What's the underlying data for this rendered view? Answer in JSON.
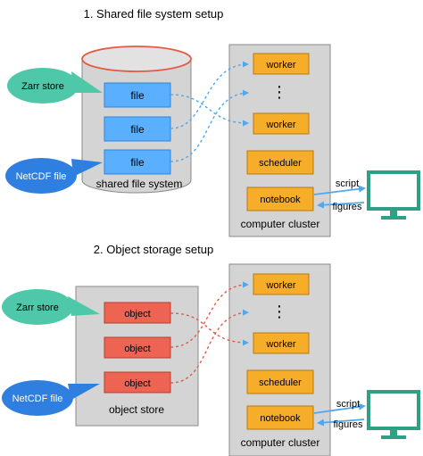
{
  "colors": {
    "panel": "#d4d4d4",
    "panel_stroke": "#8a8a8a",
    "file_box": "#5aafff",
    "file_stroke": "#2f86d8",
    "object_box": "#ee6452",
    "object_stroke": "#b53e2e",
    "cluster_box": "#f6ad2a",
    "cluster_stroke": "#b87a10",
    "bubble_zarr": "#4ec8a8",
    "bubble_netcdf": "#2f7fe0",
    "link": "#4fa8ee",
    "monitor": "#2f9f86"
  },
  "section1": {
    "title": "1. Shared file system setup",
    "bubbles": {
      "zarr": "Zarr store",
      "netcdf": "NetCDF file"
    },
    "storage": {
      "items": [
        "file",
        "file",
        "file"
      ],
      "label": "shared file system"
    },
    "cluster": {
      "workers": [
        "worker",
        "worker"
      ],
      "ellipsis": "⋮",
      "scheduler": "scheduler",
      "notebook": "notebook",
      "label": "computer  cluster"
    },
    "links": {
      "script": "script",
      "figures": "figures"
    },
    "icons": {
      "storage": "database-cylinder-icon",
      "client": "monitor-icon"
    }
  },
  "section2": {
    "title": "2. Object storage setup",
    "bubbles": {
      "zarr": "Zarr store",
      "netcdf": "NetCDF file"
    },
    "storage": {
      "items": [
        "object",
        "object",
        "object"
      ],
      "label": "object store"
    },
    "cluster": {
      "workers": [
        "worker",
        "worker"
      ],
      "ellipsis": "⋮",
      "scheduler": "scheduler",
      "notebook": "notebook",
      "label": "computer  cluster"
    },
    "links": {
      "script": "script",
      "figures": "figures"
    },
    "icons": {
      "storage": "object-store-box-icon",
      "client": "monitor-icon"
    }
  }
}
